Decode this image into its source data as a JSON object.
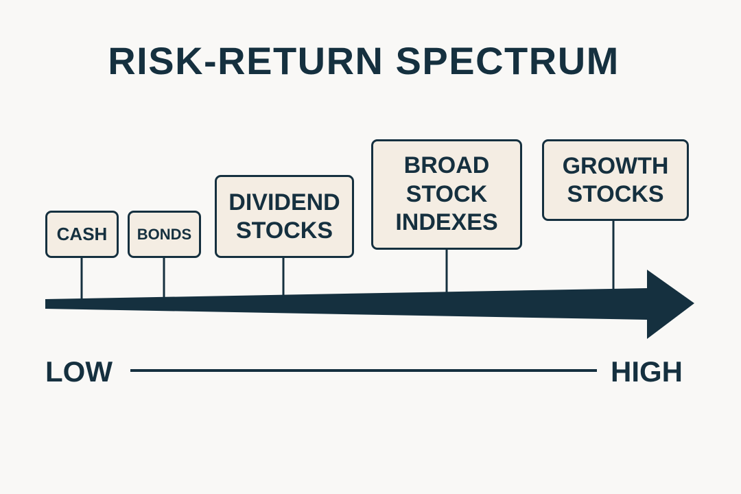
{
  "title": "RISK-RETURN SPECTRUM",
  "colors": {
    "background": "#f9f8f6",
    "ink": "#15303f",
    "box_fill": "#f4ede3"
  },
  "categories": [
    {
      "key": "cash",
      "label": "CASH"
    },
    {
      "key": "bonds",
      "label": "BONDS"
    },
    {
      "key": "dividend",
      "label": "DIVIDEND\nSTOCKS"
    },
    {
      "key": "broad",
      "label": "BROAD\nSTOCK\nINDEXES"
    },
    {
      "key": "growth",
      "label": "GROWTH\nSTOCKS"
    }
  ],
  "scale": {
    "low_label": "LOW",
    "high_label": "HIGH"
  }
}
